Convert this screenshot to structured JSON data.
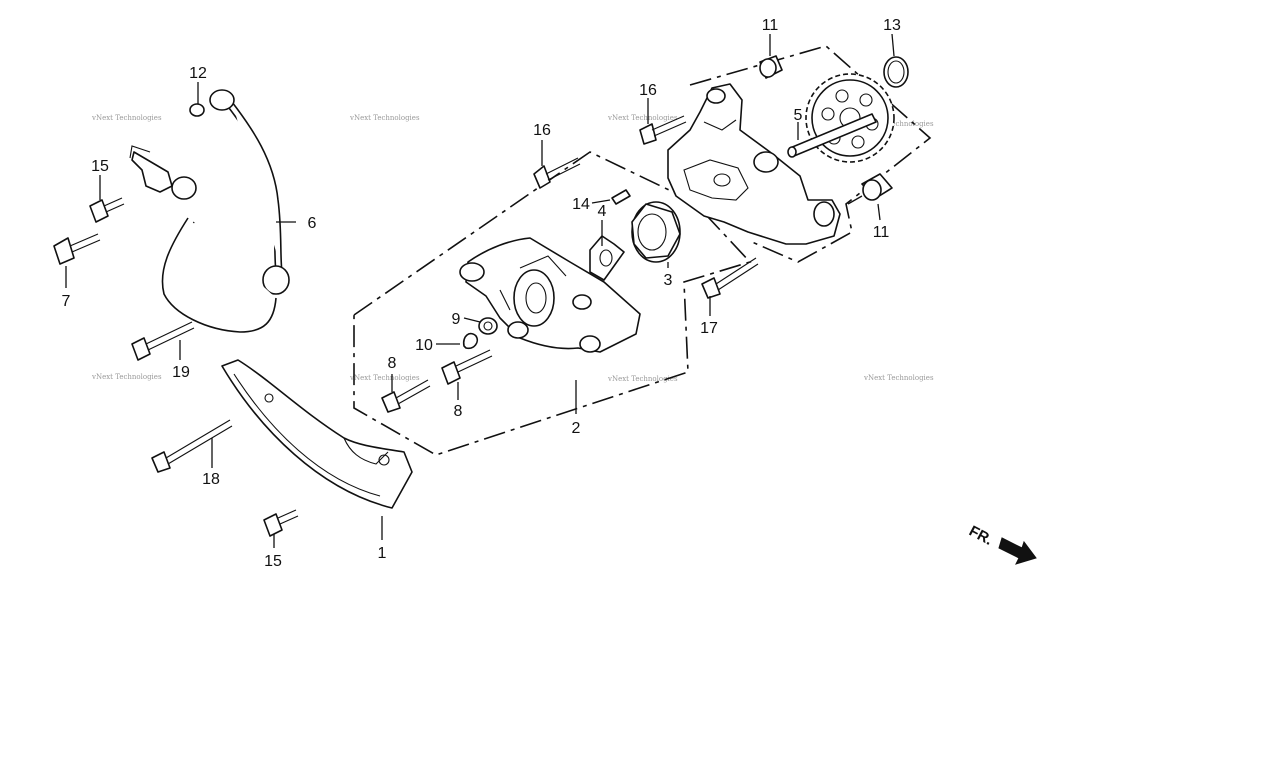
{
  "diagram": {
    "labels": [
      {
        "id": "1",
        "text": "1"
      },
      {
        "id": "2",
        "text": "2"
      },
      {
        "id": "3",
        "text": "3"
      },
      {
        "id": "4",
        "text": "4"
      },
      {
        "id": "5",
        "text": "5"
      },
      {
        "id": "6",
        "text": "6"
      },
      {
        "id": "7",
        "text": "7"
      },
      {
        "id": "8a",
        "text": "8"
      },
      {
        "id": "8b",
        "text": "8"
      },
      {
        "id": "9",
        "text": "9"
      },
      {
        "id": "10",
        "text": "10"
      },
      {
        "id": "11a",
        "text": "11"
      },
      {
        "id": "11b",
        "text": "11"
      },
      {
        "id": "12",
        "text": "12"
      },
      {
        "id": "13",
        "text": "13"
      },
      {
        "id": "14",
        "text": "14"
      },
      {
        "id": "15a",
        "text": "15"
      },
      {
        "id": "15b",
        "text": "15"
      },
      {
        "id": "16a",
        "text": "16"
      },
      {
        "id": "16b",
        "text": "16"
      },
      {
        "id": "17",
        "text": "17"
      },
      {
        "id": "18",
        "text": "18"
      },
      {
        "id": "19",
        "text": "19"
      }
    ],
    "watermark": "vNext Technologies",
    "front_marker": "FR."
  }
}
